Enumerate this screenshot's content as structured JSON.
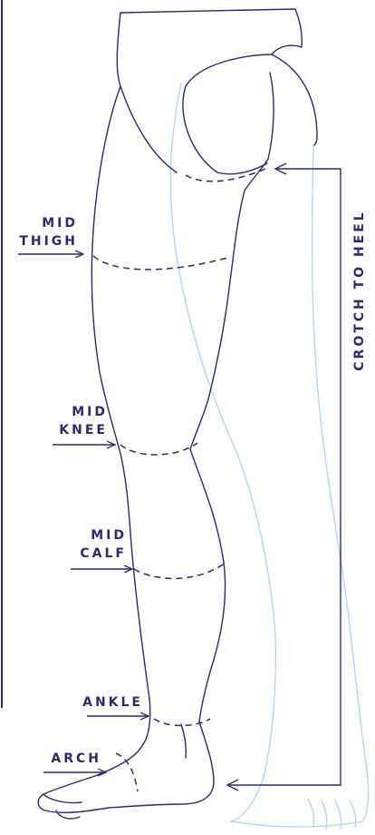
{
  "labels": {
    "mid_thigh": [
      "MID",
      "THIGH"
    ],
    "mid_knee": [
      "MID",
      "KNEE"
    ],
    "mid_calf": [
      "MID",
      "CALF"
    ],
    "ankle": "ANKLE",
    "arch": "ARCH",
    "crotch_to_heel": "CROTCH TO HEEL"
  },
  "colors": {
    "outline": "#2e2a6b",
    "ghost_outline": "#b9d4ef",
    "background": "#ffffff"
  }
}
